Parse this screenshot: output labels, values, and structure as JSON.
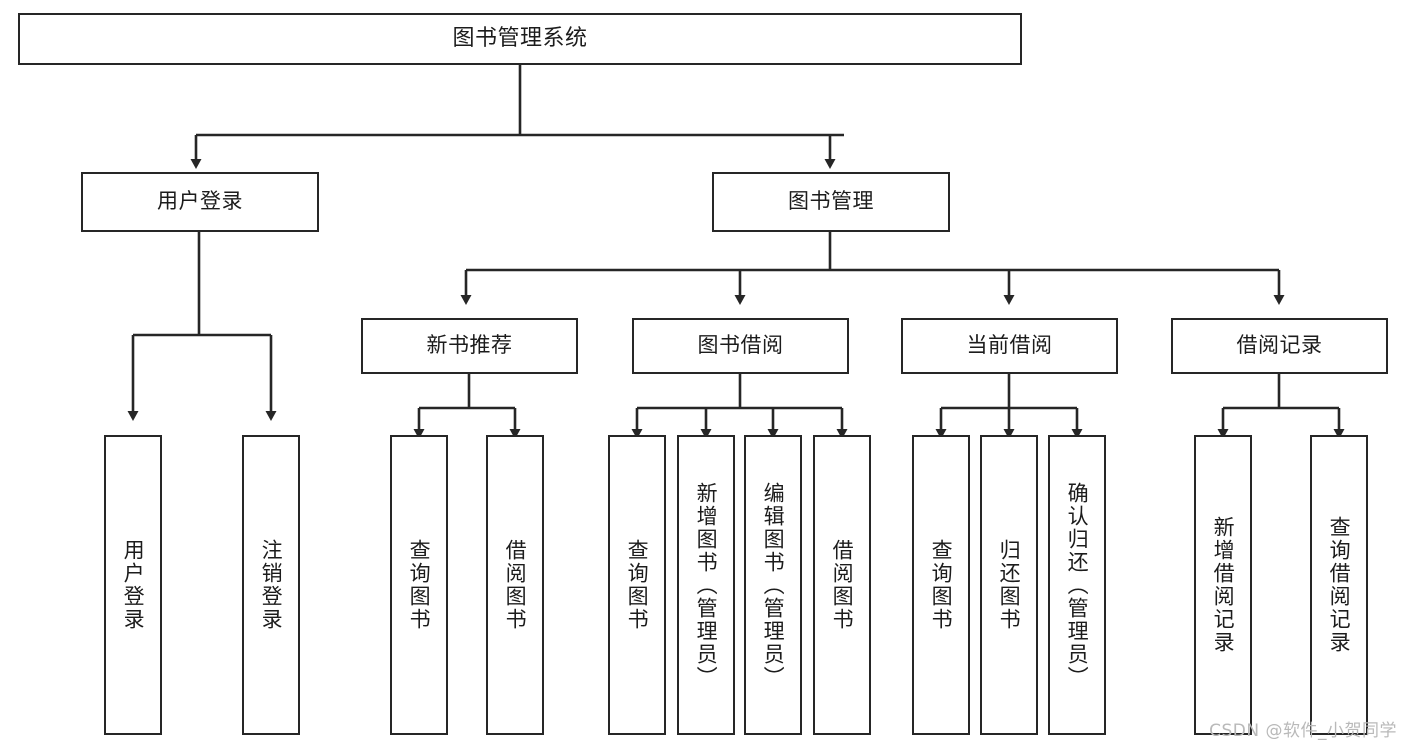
{
  "diagram": {
    "type": "tree",
    "title": "图书管理系统",
    "root": {
      "label": "图书管理系统"
    },
    "level2": [
      {
        "label": "用户登录"
      },
      {
        "label": "图书管理"
      }
    ],
    "level3": [
      {
        "label": "新书推荐"
      },
      {
        "label": "图书借阅"
      },
      {
        "label": "当前借阅"
      },
      {
        "label": "借阅记录"
      }
    ],
    "leaves": {
      "user_login": [
        {
          "label": "用户登录"
        },
        {
          "label": "注销登录"
        }
      ],
      "new_book_recommend": [
        {
          "label": "查询图书"
        },
        {
          "label": "借阅图书"
        }
      ],
      "book_borrow": [
        {
          "label": "查询图书"
        },
        {
          "label": "新增图书（管理员）"
        },
        {
          "label": "编辑图书（管理员）"
        },
        {
          "label": "借阅图书"
        }
      ],
      "current_borrow": [
        {
          "label": "查询图书"
        },
        {
          "label": "归还图书"
        },
        {
          "label": "确认归还（管理员）"
        }
      ],
      "borrow_record": [
        {
          "label": "新增借阅记录"
        },
        {
          "label": "查询借阅记录"
        }
      ]
    }
  },
  "watermark": {
    "text": "CSDN @软件_小贺同学"
  },
  "colors": {
    "stroke": "#262626",
    "background": "#ffffff",
    "text": "#1c1c1c",
    "watermark": "#b9b9b9"
  }
}
